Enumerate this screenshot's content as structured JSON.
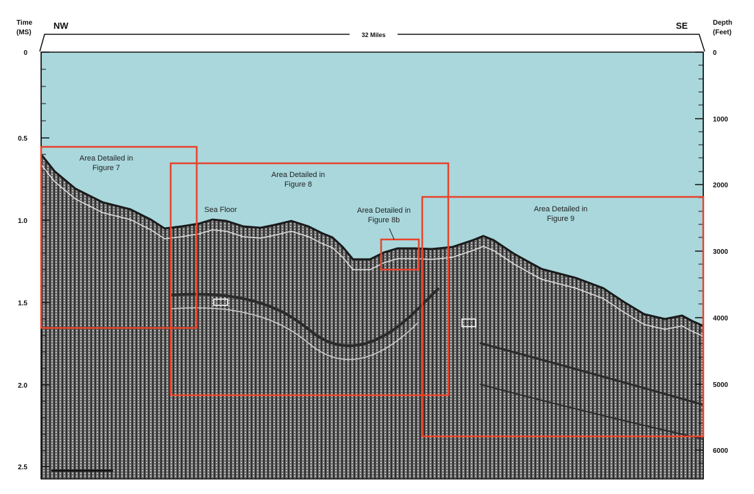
{
  "header": {
    "time_label_line1": "Time",
    "time_label_line2": "(MS)",
    "depth_label_line1": "Depth",
    "depth_label_line2": "(Feet)",
    "left_direction": "NW",
    "right_direction": "SE",
    "scale_text": "32 Miles"
  },
  "left_axis": {
    "ticks": [
      "0",
      "0.5",
      "1.0",
      "1.5",
      "2.0",
      "2.5"
    ]
  },
  "right_axis": {
    "ticks": [
      "0",
      "1000",
      "2000",
      "3000",
      "4000",
      "5000",
      "6000"
    ]
  },
  "profile": {
    "sea_floor_label": "Sea Floor",
    "colors": {
      "water": "#a9d7dc",
      "seismic": "#555555",
      "boxes": "#e8432a",
      "markers": "#ffffff"
    }
  },
  "detail_boxes": [
    {
      "id": "figure-7",
      "line1": "Area Detailed in",
      "line2": "Figure 7"
    },
    {
      "id": "figure-8",
      "line1": "Area Detailed in",
      "line2": "Figure 8"
    },
    {
      "id": "figure-8b",
      "line1": "Area Detailed in",
      "line2": "Figure 8b"
    },
    {
      "id": "figure-9",
      "line1": "Area Detailed in",
      "line2": "Figure 9"
    }
  ]
}
